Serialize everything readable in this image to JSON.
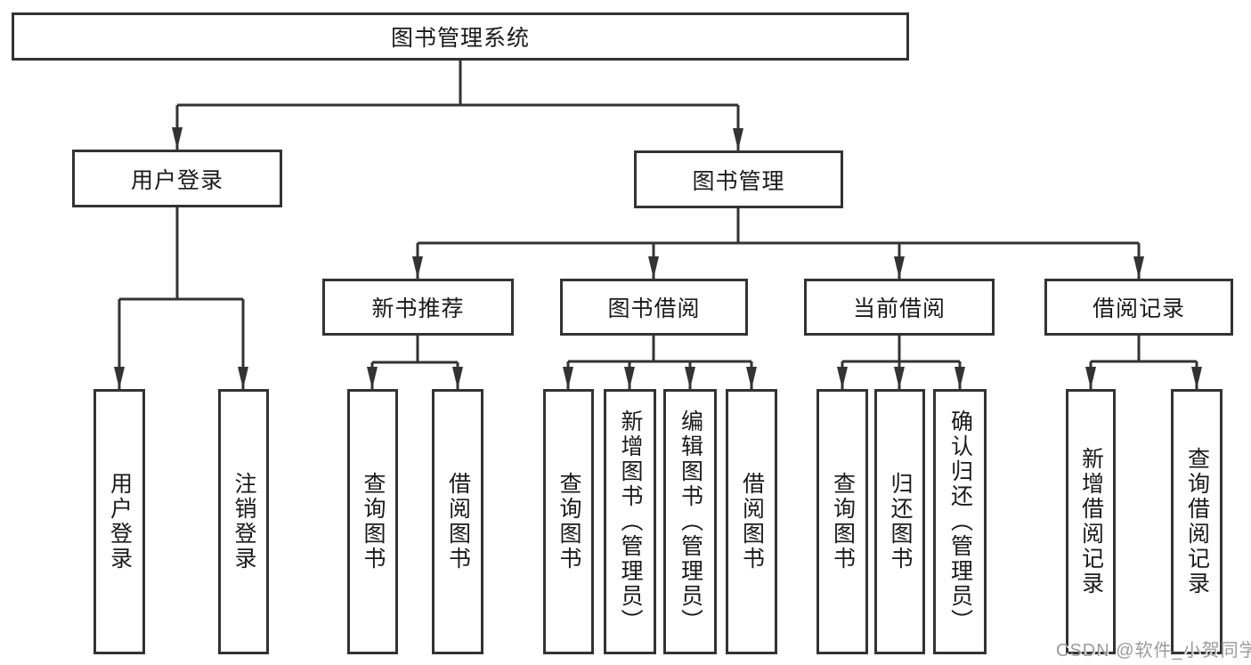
{
  "diagram": {
    "title": "图书管理系统",
    "root": "图书管理系统",
    "level2": [
      "用户登录",
      "图书管理"
    ],
    "level3": [
      "新书推荐",
      "图书借阅",
      "当前借阅",
      "借阅记录"
    ],
    "leaves": [
      "用户登录",
      "注销登录",
      "查询图书",
      "借阅图书",
      "查询图书",
      "新增图书（管理员）",
      "编辑图书（管理员）",
      "借阅图书",
      "查询图书",
      "归还图书",
      "确认归还（管理员）",
      "新增借阅记录",
      "查询借阅记录"
    ]
  },
  "watermark": "CSDN @软件_小贺同学",
  "colors": {
    "line": "#333333",
    "box_border": "#333333",
    "box_fill": "#ffffff",
    "text": "#1a1a1a",
    "watermark": "#9b9b9b",
    "background": "#ffffff"
  }
}
